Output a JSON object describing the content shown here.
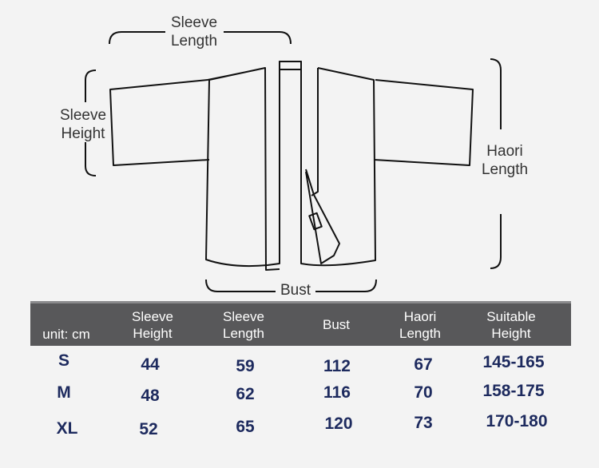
{
  "diagram": {
    "labels": {
      "sleeve_length": [
        "Sleeve",
        "Length"
      ],
      "sleeve_height": [
        "Sleeve",
        "Height"
      ],
      "haori_length": [
        "Haori",
        "Length"
      ],
      "bust": "Bust"
    }
  },
  "size_table": {
    "unit_label": "unit: cm",
    "headers": [
      [
        "Sleeve",
        "Height"
      ],
      [
        "Sleeve",
        "Length"
      ],
      [
        "Bust"
      ],
      [
        "Haori",
        "Length"
      ],
      [
        "Suitable",
        "Height"
      ]
    ],
    "rows": [
      {
        "size": "S",
        "values": [
          "44",
          "59",
          "112",
          "67",
          "145-165"
        ]
      },
      {
        "size": "M",
        "values": [
          "48",
          "62",
          "116",
          "70",
          "158-175"
        ]
      },
      {
        "size": "XL",
        "values": [
          "52",
          "65",
          "120",
          "73",
          "170-180"
        ]
      }
    ]
  },
  "colors": {
    "header_bg": "#58585a",
    "value_text": "#1d2a5e",
    "outline": "#111111"
  }
}
